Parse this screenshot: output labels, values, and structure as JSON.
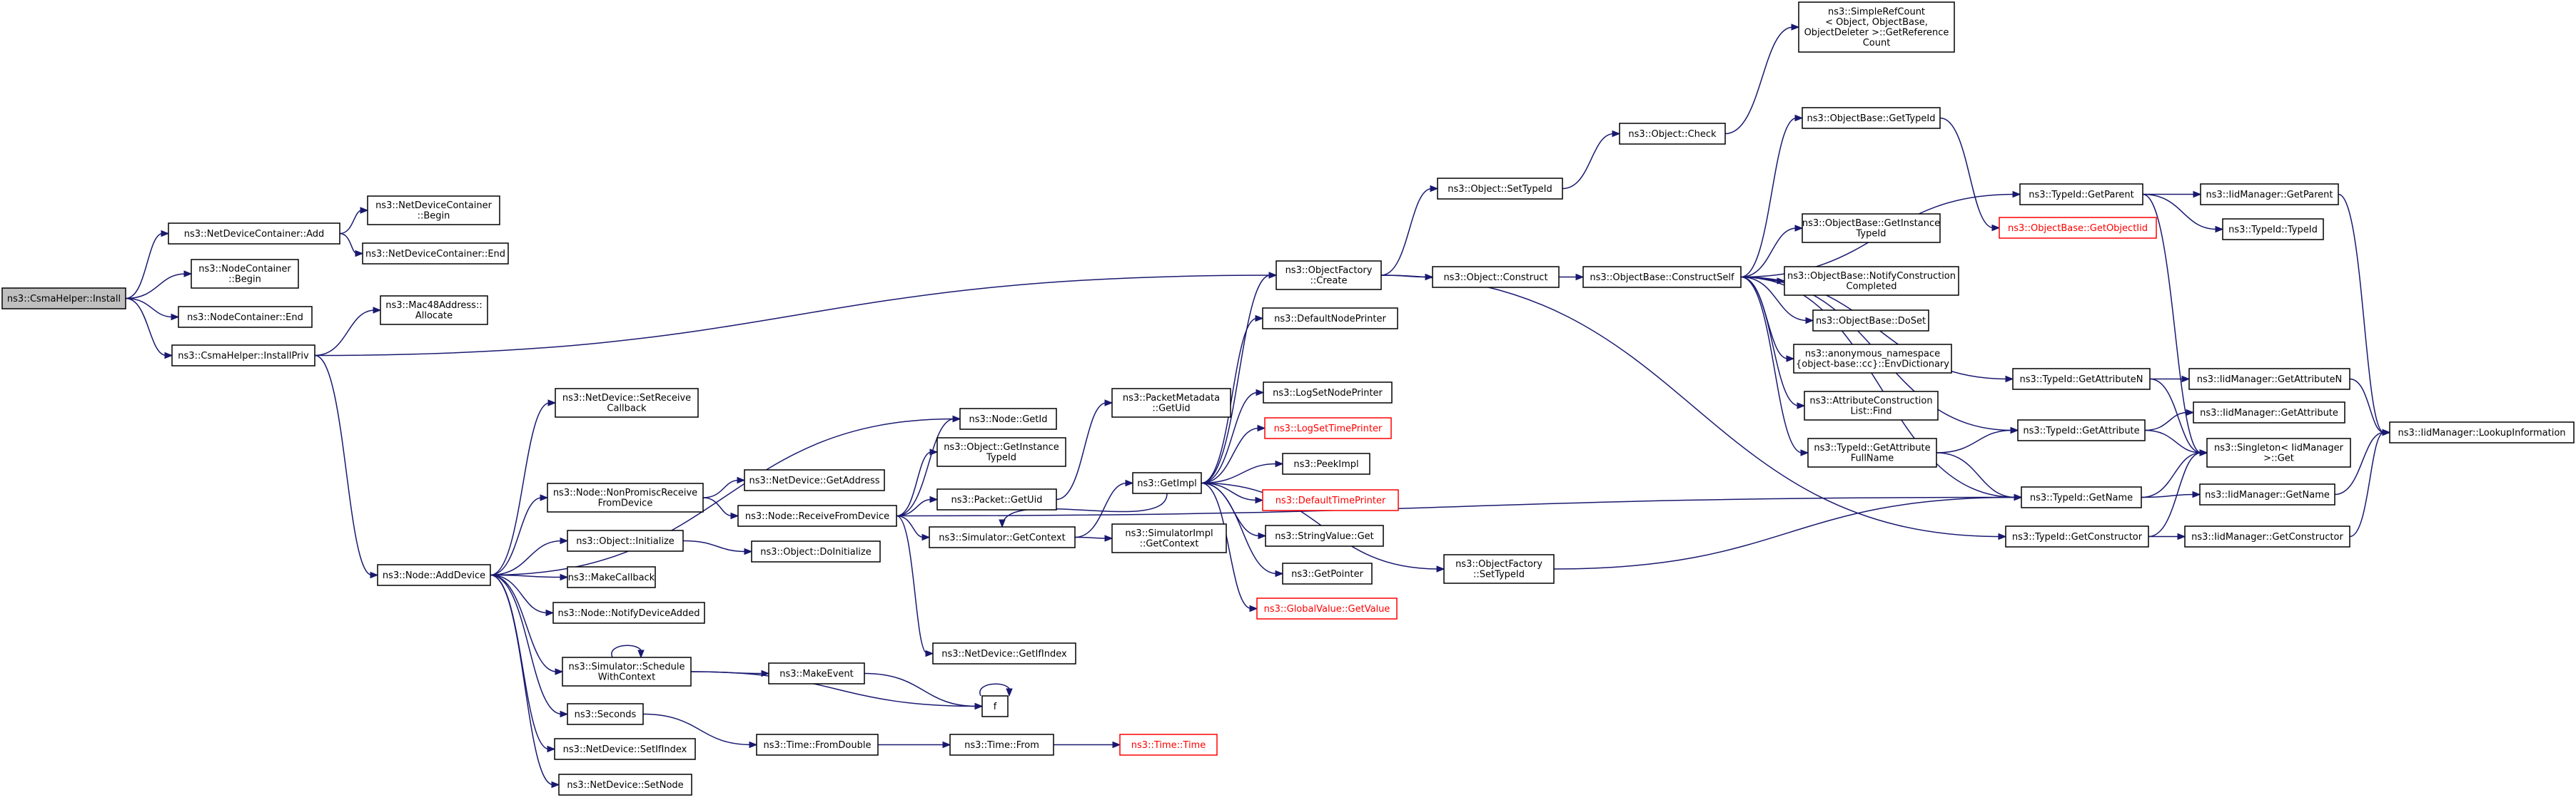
{
  "colors": {
    "edge": "#191970",
    "node_border": "#000000",
    "truncated_border": "#ff0000",
    "root_fill": "#bfbfbf",
    "background": "#ffffff"
  },
  "nodes": [
    {
      "id": "csma_install",
      "lines": [
        "ns3::CsmaHelper::Install"
      ],
      "root": true
    },
    {
      "id": "ndc_add",
      "lines": [
        "ns3::NetDeviceContainer::Add"
      ]
    },
    {
      "id": "ndc_begin",
      "lines": [
        "ns3::NetDeviceContainer",
        "::Begin"
      ]
    },
    {
      "id": "ndc_end",
      "lines": [
        "ns3::NetDeviceContainer::End"
      ]
    },
    {
      "id": "nc_begin",
      "lines": [
        "ns3::NodeContainer",
        "::Begin"
      ]
    },
    {
      "id": "nc_end",
      "lines": [
        "ns3::NodeContainer::End"
      ]
    },
    {
      "id": "csma_installpriv",
      "lines": [
        "ns3::CsmaHelper::InstallPriv"
      ]
    },
    {
      "id": "mac48_allocate",
      "lines": [
        "ns3::Mac48Address::",
        "Allocate"
      ]
    },
    {
      "id": "node_adddevice",
      "lines": [
        "ns3::Node::AddDevice"
      ]
    },
    {
      "id": "nd_setreceivecallback",
      "lines": [
        "ns3::NetDevice::SetReceive",
        "Callback"
      ]
    },
    {
      "id": "node_nonpromisc",
      "lines": [
        "ns3::Node::NonPromiscReceive",
        "FromDevice"
      ]
    },
    {
      "id": "obj_initialize",
      "lines": [
        "ns3::Object::Initialize"
      ]
    },
    {
      "id": "makecallback",
      "lines": [
        "ns3::MakeCallback"
      ]
    },
    {
      "id": "node_notifydeviceadded",
      "lines": [
        "ns3::Node::NotifyDeviceAdded"
      ]
    },
    {
      "id": "sim_schedulewithcontext",
      "lines": [
        "ns3::Simulator::Schedule",
        "WithContext"
      ]
    },
    {
      "id": "seconds",
      "lines": [
        "ns3::Seconds"
      ]
    },
    {
      "id": "nd_setifindex",
      "lines": [
        "ns3::NetDevice::SetIfIndex"
      ]
    },
    {
      "id": "nd_setnode",
      "lines": [
        "ns3::NetDevice::SetNode"
      ]
    },
    {
      "id": "nd_getaddress",
      "lines": [
        "ns3::NetDevice::GetAddress"
      ]
    },
    {
      "id": "node_receivefromdevice",
      "lines": [
        "ns3::Node::ReceiveFromDevice"
      ]
    },
    {
      "id": "obj_doinitialize",
      "lines": [
        "ns3::Object::DoInitialize"
      ]
    },
    {
      "id": "makeevent",
      "lines": [
        "ns3::MakeEvent"
      ]
    },
    {
      "id": "f",
      "lines": [
        "f"
      ]
    },
    {
      "id": "time_fromdouble",
      "lines": [
        "ns3::Time::FromDouble"
      ]
    },
    {
      "id": "time_from",
      "lines": [
        "ns3::Time::From"
      ]
    },
    {
      "id": "time_time",
      "lines": [
        "ns3::Time::Time"
      ],
      "truncated": true
    },
    {
      "id": "node_getid",
      "lines": [
        "ns3::Node::GetId"
      ]
    },
    {
      "id": "obj_getinstancetypeid",
      "lines": [
        "ns3::Object::GetInstance",
        "TypeId"
      ]
    },
    {
      "id": "packet_getuid",
      "lines": [
        "ns3::Packet::GetUid"
      ]
    },
    {
      "id": "sim_getcontext",
      "lines": [
        "ns3::Simulator::GetContext"
      ]
    },
    {
      "id": "nd_getifindex",
      "lines": [
        "ns3::NetDevice::GetIfIndex"
      ]
    },
    {
      "id": "packetmetadata_getuid",
      "lines": [
        "ns3::PacketMetadata",
        "::GetUid"
      ]
    },
    {
      "id": "getimpl",
      "lines": [
        "ns3::GetImpl"
      ]
    },
    {
      "id": "simimpl_getcontext",
      "lines": [
        "ns3::SimulatorImpl",
        "::GetContext"
      ]
    },
    {
      "id": "objectfactory_create",
      "lines": [
        "ns3::ObjectFactory",
        "::Create"
      ]
    },
    {
      "id": "defaultnodeprinter",
      "lines": [
        "ns3::DefaultNodePrinter"
      ]
    },
    {
      "id": "logsetnodeprinter",
      "lines": [
        "ns3::LogSetNodePrinter"
      ]
    },
    {
      "id": "logsettimeprinter",
      "lines": [
        "ns3::LogSetTimePrinter"
      ],
      "truncated": true
    },
    {
      "id": "peekimpl",
      "lines": [
        "ns3::PeekImpl"
      ]
    },
    {
      "id": "defaulttimeprinter",
      "lines": [
        "ns3::DefaultTimePrinter"
      ],
      "truncated": true
    },
    {
      "id": "stringvalue_get",
      "lines": [
        "ns3::StringValue::Get"
      ]
    },
    {
      "id": "getpointer",
      "lines": [
        "ns3::GetPointer"
      ]
    },
    {
      "id": "globalvalue_getvalue",
      "lines": [
        "ns3::GlobalValue::GetValue"
      ],
      "truncated": true
    },
    {
      "id": "objectfactory_settypeid",
      "lines": [
        "ns3::ObjectFactory",
        "::SetTypeId"
      ]
    },
    {
      "id": "obj_settypeid",
      "lines": [
        "ns3::Object::SetTypeId"
      ]
    },
    {
      "id": "obj_construct",
      "lines": [
        "ns3::Object::Construct"
      ]
    },
    {
      "id": "obj_check",
      "lines": [
        "ns3::Object::Check"
      ]
    },
    {
      "id": "simplerefcount",
      "lines": [
        "ns3::SimpleRefCount",
        "< Object, ObjectBase,",
        "ObjectDeleter >::GetReference",
        "Count"
      ]
    },
    {
      "id": "objbase_constructself",
      "lines": [
        "ns3::ObjectBase::ConstructSelf"
      ]
    },
    {
      "id": "objbase_gettypeid",
      "lines": [
        "ns3::ObjectBase::GetTypeId"
      ]
    },
    {
      "id": "objbase_getinstancetypeid",
      "lines": [
        "ns3::ObjectBase::GetInstance",
        "TypeId"
      ]
    },
    {
      "id": "objbase_notifyconstruction",
      "lines": [
        "ns3::ObjectBase::NotifyConstruction",
        "Completed"
      ]
    },
    {
      "id": "objbase_doset",
      "lines": [
        "ns3::ObjectBase::DoSet"
      ]
    },
    {
      "id": "anon_envdictionary",
      "lines": [
        "ns3::anonymous_namespace",
        "{object-base::cc}::EnvDictionary"
      ]
    },
    {
      "id": "attrconstructionlist_find",
      "lines": [
        "ns3::AttributeConstruction",
        "List::Find"
      ]
    },
    {
      "id": "typeid_getattributefullname",
      "lines": [
        "ns3::TypeId::GetAttribute",
        "FullName"
      ]
    },
    {
      "id": "typeid_getparent",
      "lines": [
        "ns3::TypeId::GetParent"
      ]
    },
    {
      "id": "objbase_getobjectiid",
      "lines": [
        "ns3::ObjectBase::GetObjectIid"
      ],
      "truncated": true
    },
    {
      "id": "typeid_getattributen",
      "lines": [
        "ns3::TypeId::GetAttributeN"
      ]
    },
    {
      "id": "typeid_getattribute",
      "lines": [
        "ns3::TypeId::GetAttribute"
      ]
    },
    {
      "id": "typeid_getname",
      "lines": [
        "ns3::TypeId::GetName"
      ]
    },
    {
      "id": "typeid_getconstructor",
      "lines": [
        "ns3::TypeId::GetConstructor"
      ]
    },
    {
      "id": "iidmanager_getparent",
      "lines": [
        "ns3::IidManager::GetParent"
      ]
    },
    {
      "id": "typeid_typeid",
      "lines": [
        "ns3::TypeId::TypeId"
      ]
    },
    {
      "id": "iidmanager_getattributen",
      "lines": [
        "ns3::IidManager::GetAttributeN"
      ]
    },
    {
      "id": "iidmanager_getattribute",
      "lines": [
        "ns3::IidManager::GetAttribute"
      ]
    },
    {
      "id": "singleton_get",
      "lines": [
        "ns3::Singleton< IidManager",
        ">::Get"
      ]
    },
    {
      "id": "iidmanager_getname",
      "lines": [
        "ns3::IidManager::GetName"
      ]
    },
    {
      "id": "iidmanager_getconstructor",
      "lines": [
        "ns3::IidManager::GetConstructor"
      ]
    },
    {
      "id": "iidmanager_lookupinformation",
      "lines": [
        "ns3::IidManager::LookupInformation"
      ]
    }
  ],
  "edges": [
    [
      "csma_install",
      "ndc_add"
    ],
    [
      "csma_install",
      "nc_begin"
    ],
    [
      "csma_install",
      "nc_end"
    ],
    [
      "csma_install",
      "csma_installpriv"
    ],
    [
      "ndc_add",
      "ndc_begin"
    ],
    [
      "ndc_add",
      "ndc_end"
    ],
    [
      "csma_installpriv",
      "mac48_allocate"
    ],
    [
      "csma_installpriv",
      "objectfactory_create"
    ],
    [
      "csma_installpriv",
      "node_adddevice"
    ],
    [
      "node_adddevice",
      "nd_setreceivecallback"
    ],
    [
      "node_adddevice",
      "node_getid"
    ],
    [
      "node_adddevice",
      "node_nonpromisc"
    ],
    [
      "node_adddevice",
      "obj_initialize"
    ],
    [
      "node_adddevice",
      "makecallback"
    ],
    [
      "node_adddevice",
      "node_notifydeviceadded"
    ],
    [
      "node_adddevice",
      "sim_schedulewithcontext"
    ],
    [
      "node_adddevice",
      "seconds"
    ],
    [
      "node_adddevice",
      "nd_setifindex"
    ],
    [
      "node_adddevice",
      "nd_setnode"
    ],
    [
      "node_nonpromisc",
      "nd_getaddress"
    ],
    [
      "node_nonpromisc",
      "node_receivefromdevice"
    ],
    [
      "node_receivefromdevice",
      "node_getid"
    ],
    [
      "node_receivefromdevice",
      "obj_getinstancetypeid"
    ],
    [
      "node_receivefromdevice",
      "packet_getuid"
    ],
    [
      "node_receivefromdevice",
      "sim_getcontext"
    ],
    [
      "node_receivefromdevice",
      "nd_getifindex"
    ],
    [
      "node_receivefromdevice",
      "typeid_getname"
    ],
    [
      "obj_initialize",
      "obj_doinitialize"
    ],
    [
      "sim_schedulewithcontext",
      "sim_schedulewithcontext"
    ],
    [
      "sim_schedulewithcontext",
      "makeevent"
    ],
    [
      "sim_schedulewithcontext",
      "f"
    ],
    [
      "makeevent",
      "f"
    ],
    [
      "f",
      "f"
    ],
    [
      "seconds",
      "time_fromdouble"
    ],
    [
      "time_fromdouble",
      "time_from"
    ],
    [
      "time_from",
      "time_time"
    ],
    [
      "packet_getuid",
      "packetmetadata_getuid"
    ],
    [
      "sim_getcontext",
      "getimpl"
    ],
    [
      "sim_getcontext",
      "simimpl_getcontext"
    ],
    [
      "getimpl",
      "sim_getcontext"
    ],
    [
      "getimpl",
      "objectfactory_create"
    ],
    [
      "getimpl",
      "defaultnodeprinter"
    ],
    [
      "getimpl",
      "logsetnodeprinter"
    ],
    [
      "getimpl",
      "logsettimeprinter"
    ],
    [
      "getimpl",
      "peekimpl"
    ],
    [
      "getimpl",
      "defaulttimeprinter"
    ],
    [
      "getimpl",
      "stringvalue_get"
    ],
    [
      "getimpl",
      "getpointer"
    ],
    [
      "getimpl",
      "globalvalue_getvalue"
    ],
    [
      "getimpl",
      "objectfactory_settypeid"
    ],
    [
      "objectfactory_create",
      "obj_settypeid"
    ],
    [
      "objectfactory_create",
      "obj_construct"
    ],
    [
      "objectfactory_create",
      "typeid_getconstructor"
    ],
    [
      "obj_settypeid",
      "obj_check"
    ],
    [
      "obj_check",
      "simplerefcount"
    ],
    [
      "obj_construct",
      "objbase_constructself"
    ],
    [
      "objectfactory_settypeid",
      "typeid_getname"
    ],
    [
      "objbase_constructself",
      "objbase_gettypeid"
    ],
    [
      "objbase_constructself",
      "objbase_getinstancetypeid"
    ],
    [
      "objbase_constructself",
      "objbase_notifyconstruction"
    ],
    [
      "objbase_constructself",
      "objbase_doset"
    ],
    [
      "objbase_constructself",
      "anon_envdictionary"
    ],
    [
      "objbase_constructself",
      "attrconstructionlist_find"
    ],
    [
      "objbase_constructself",
      "typeid_getattributefullname"
    ],
    [
      "objbase_constructself",
      "typeid_getparent"
    ],
    [
      "objbase_constructself",
      "typeid_getattributen"
    ],
    [
      "objbase_constructself",
      "typeid_getattribute"
    ],
    [
      "objbase_constructself",
      "typeid_getname"
    ],
    [
      "objbase_gettypeid",
      "objbase_getobjectiid"
    ],
    [
      "typeid_getattributefullname",
      "typeid_getattribute"
    ],
    [
      "typeid_getattributefullname",
      "typeid_getname"
    ],
    [
      "typeid_getparent",
      "iidmanager_getparent"
    ],
    [
      "typeid_getparent",
      "typeid_typeid"
    ],
    [
      "typeid_getparent",
      "singleton_get"
    ],
    [
      "typeid_getattributen",
      "iidmanager_getattributen"
    ],
    [
      "typeid_getattributen",
      "singleton_get"
    ],
    [
      "typeid_getattribute",
      "iidmanager_getattribute"
    ],
    [
      "typeid_getattribute",
      "singleton_get"
    ],
    [
      "typeid_getname",
      "singleton_get"
    ],
    [
      "typeid_getname",
      "iidmanager_getname"
    ],
    [
      "typeid_getconstructor",
      "singleton_get"
    ],
    [
      "typeid_getconstructor",
      "iidmanager_getconstructor"
    ],
    [
      "iidmanager_getparent",
      "iidmanager_lookupinformation"
    ],
    [
      "iidmanager_getattributen",
      "iidmanager_lookupinformation"
    ],
    [
      "iidmanager_getname",
      "iidmanager_lookupinformation"
    ],
    [
      "iidmanager_getconstructor",
      "iidmanager_lookupinformation"
    ]
  ]
}
